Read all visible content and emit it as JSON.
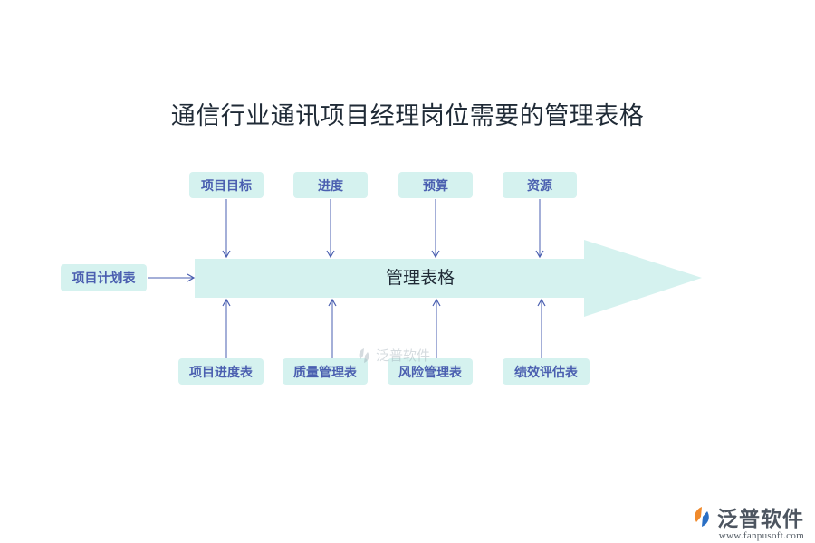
{
  "title": "通信行业通讯项目经理岗位需要的管理表格",
  "center_label": "管理表格",
  "left_input": "项目计划表",
  "top_items": [
    "项目目标",
    "进度",
    "预算",
    "资源"
  ],
  "bottom_items": [
    "项目进度表",
    "质量管理表",
    "风险管理表",
    "绩效评估表"
  ],
  "watermark": "泛普软件",
  "logo": {
    "name": "泛普软件",
    "url": "www.fanpusoft.com"
  },
  "colors": {
    "box_fill": "#d5f2ef",
    "box_text": "#4a5fb0",
    "arrow_fill": "#d5f2ef",
    "connector": "#4a5fb0",
    "logo_orange": "#f08a2c",
    "logo_blue": "#2a6fc4"
  }
}
